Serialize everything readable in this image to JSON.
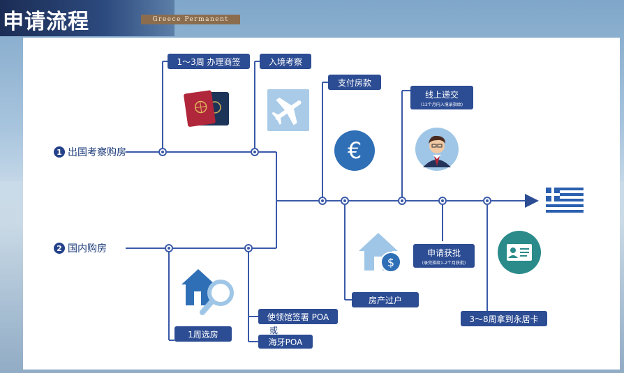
{
  "header": {
    "title": "申请流程",
    "subtitle": "Greece Permanent"
  },
  "routes": {
    "route1": {
      "number": "1",
      "label": "出国考察购房"
    },
    "route2": {
      "number": "2",
      "label": "国内购房"
    }
  },
  "steps": {
    "step_visa": "1～3周 办理商签",
    "step_entry": "入境考察",
    "step_pay": "支付房款",
    "step_online": "线上递交",
    "step_online_note": "(12个月内入境录指纹)",
    "step_approve": "申请获批",
    "step_approve_note": "(录完指纹1-2个月获批)",
    "step_card": "3～8周拿到永居卡",
    "step_transfer": "房产过户",
    "step_select": "1周选房",
    "step_poa_consulate": "使领馆签署 POA",
    "step_or": "或",
    "step_poa_greece": "海牙POA"
  },
  "colors": {
    "primary": "#2c4c93",
    "line": "#3a5aa8",
    "icon_bg": "#a9cbe8",
    "euro_bg": "#2f6fb6",
    "card_bg": "#2a8b8a"
  },
  "icons": [
    "passport-icon",
    "airplane-icon",
    "euro-icon",
    "person-icon",
    "house-money-icon",
    "house-search-icon",
    "id-card-icon",
    "greece-flag-icon"
  ]
}
